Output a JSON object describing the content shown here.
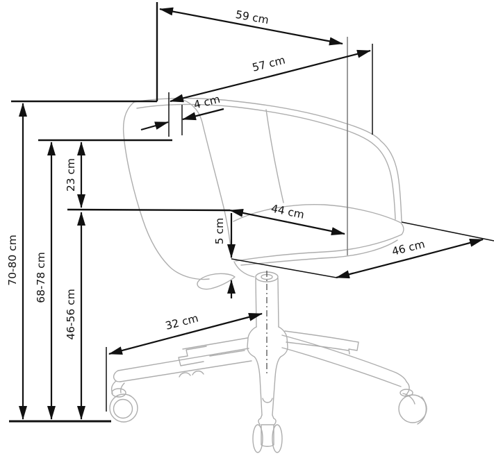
{
  "diagram": {
    "title": "office-chair-dimension-drawing",
    "labels": {
      "top_width": "59 cm",
      "back_width": "57 cm",
      "backrest_thickness": "4 cm",
      "backrest_height": "23 cm",
      "seat_width": "44 cm",
      "seat_cushion": "5 cm",
      "seat_depth": "46 cm",
      "overall_height": "70-80 cm",
      "armrest_height": "68-78 cm",
      "seat_height": "46-56 cm",
      "base_leg_length": "32 cm"
    },
    "colors": {
      "dimension_lines": "#111111",
      "chair_outline": "#adadad",
      "background": "#ffffff"
    }
  }
}
